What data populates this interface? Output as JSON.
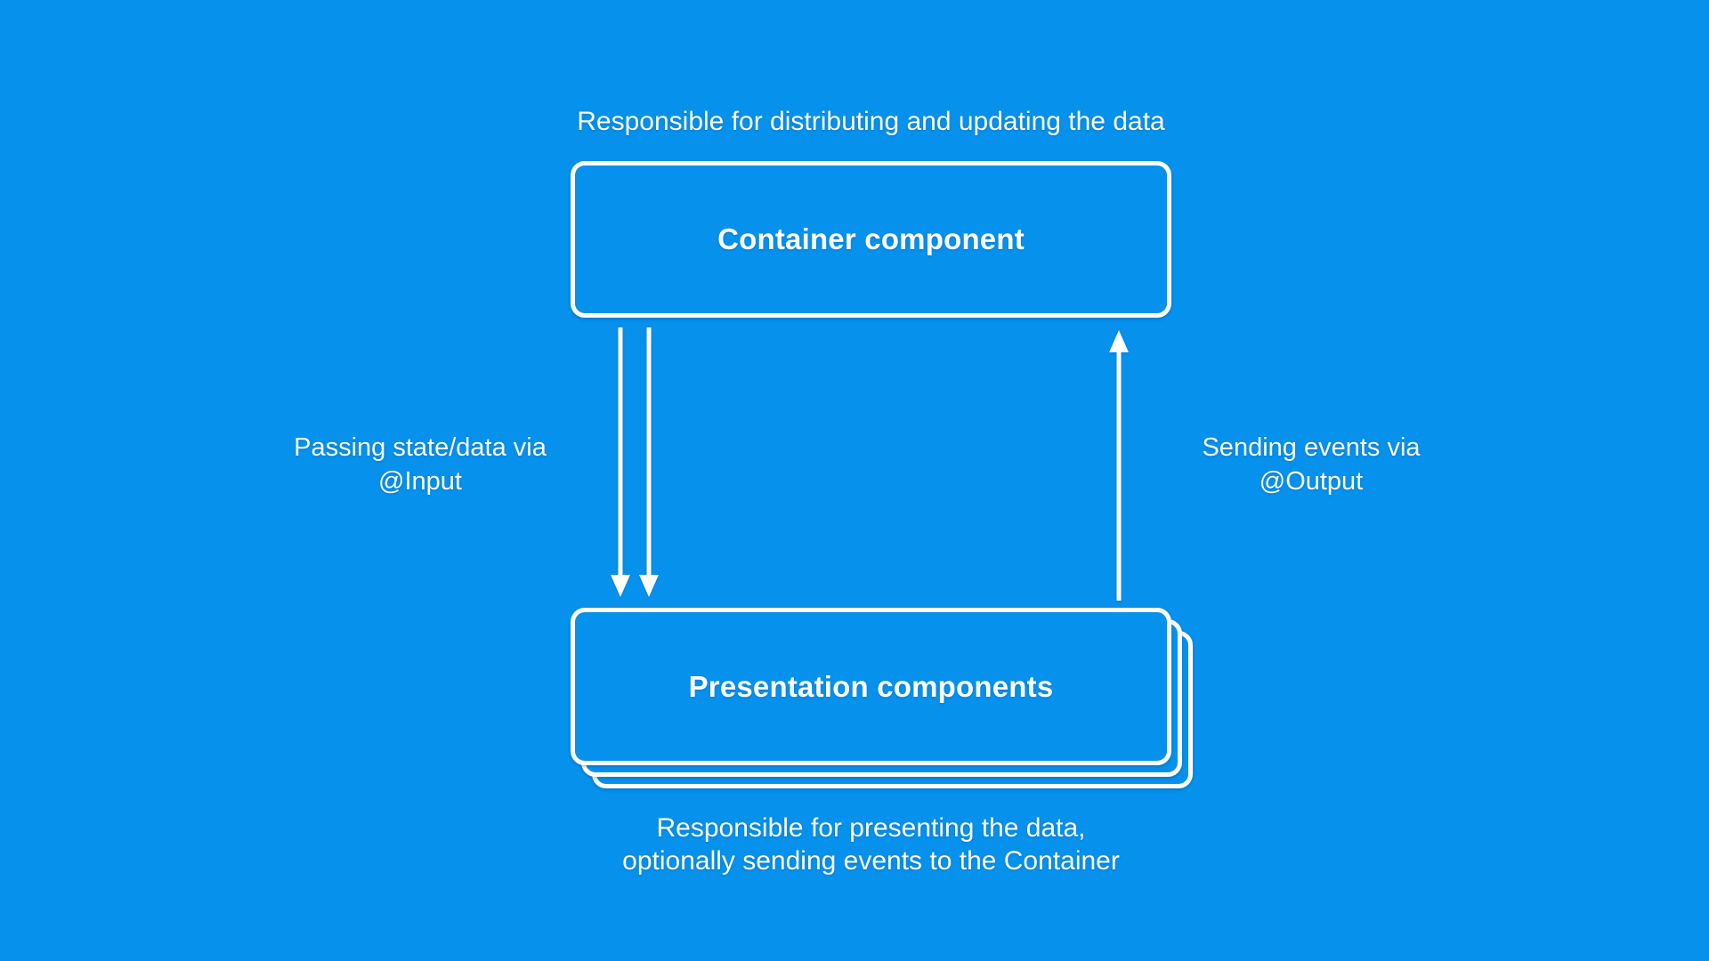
{
  "diagram": {
    "type": "architecture-diagram",
    "colors": {
      "background": "#0591EC",
      "stroke": "#FFFFFF",
      "text": "#FFFFFF"
    },
    "top_caption": "Responsible for distributing and updating the data",
    "container_box": {
      "label": "Container component"
    },
    "presentation_box": {
      "label": "Presentation components",
      "stack_count": 3
    },
    "left_arrow_label": {
      "line1": "Passing state/data via",
      "line2": "@Input"
    },
    "right_arrow_label": {
      "line1": "Sending events via",
      "line2": "@Output"
    },
    "bottom_caption": {
      "line1": "Responsible for presenting the data,",
      "line2": "optionally sending events to the Container"
    },
    "arrows": [
      {
        "name": "input-arrow-1",
        "direction": "down",
        "from": "container-component",
        "to": "presentation-components"
      },
      {
        "name": "input-arrow-2",
        "direction": "down",
        "from": "container-component",
        "to": "presentation-components"
      },
      {
        "name": "output-arrow",
        "direction": "up",
        "from": "presentation-components",
        "to": "container-component"
      }
    ]
  }
}
